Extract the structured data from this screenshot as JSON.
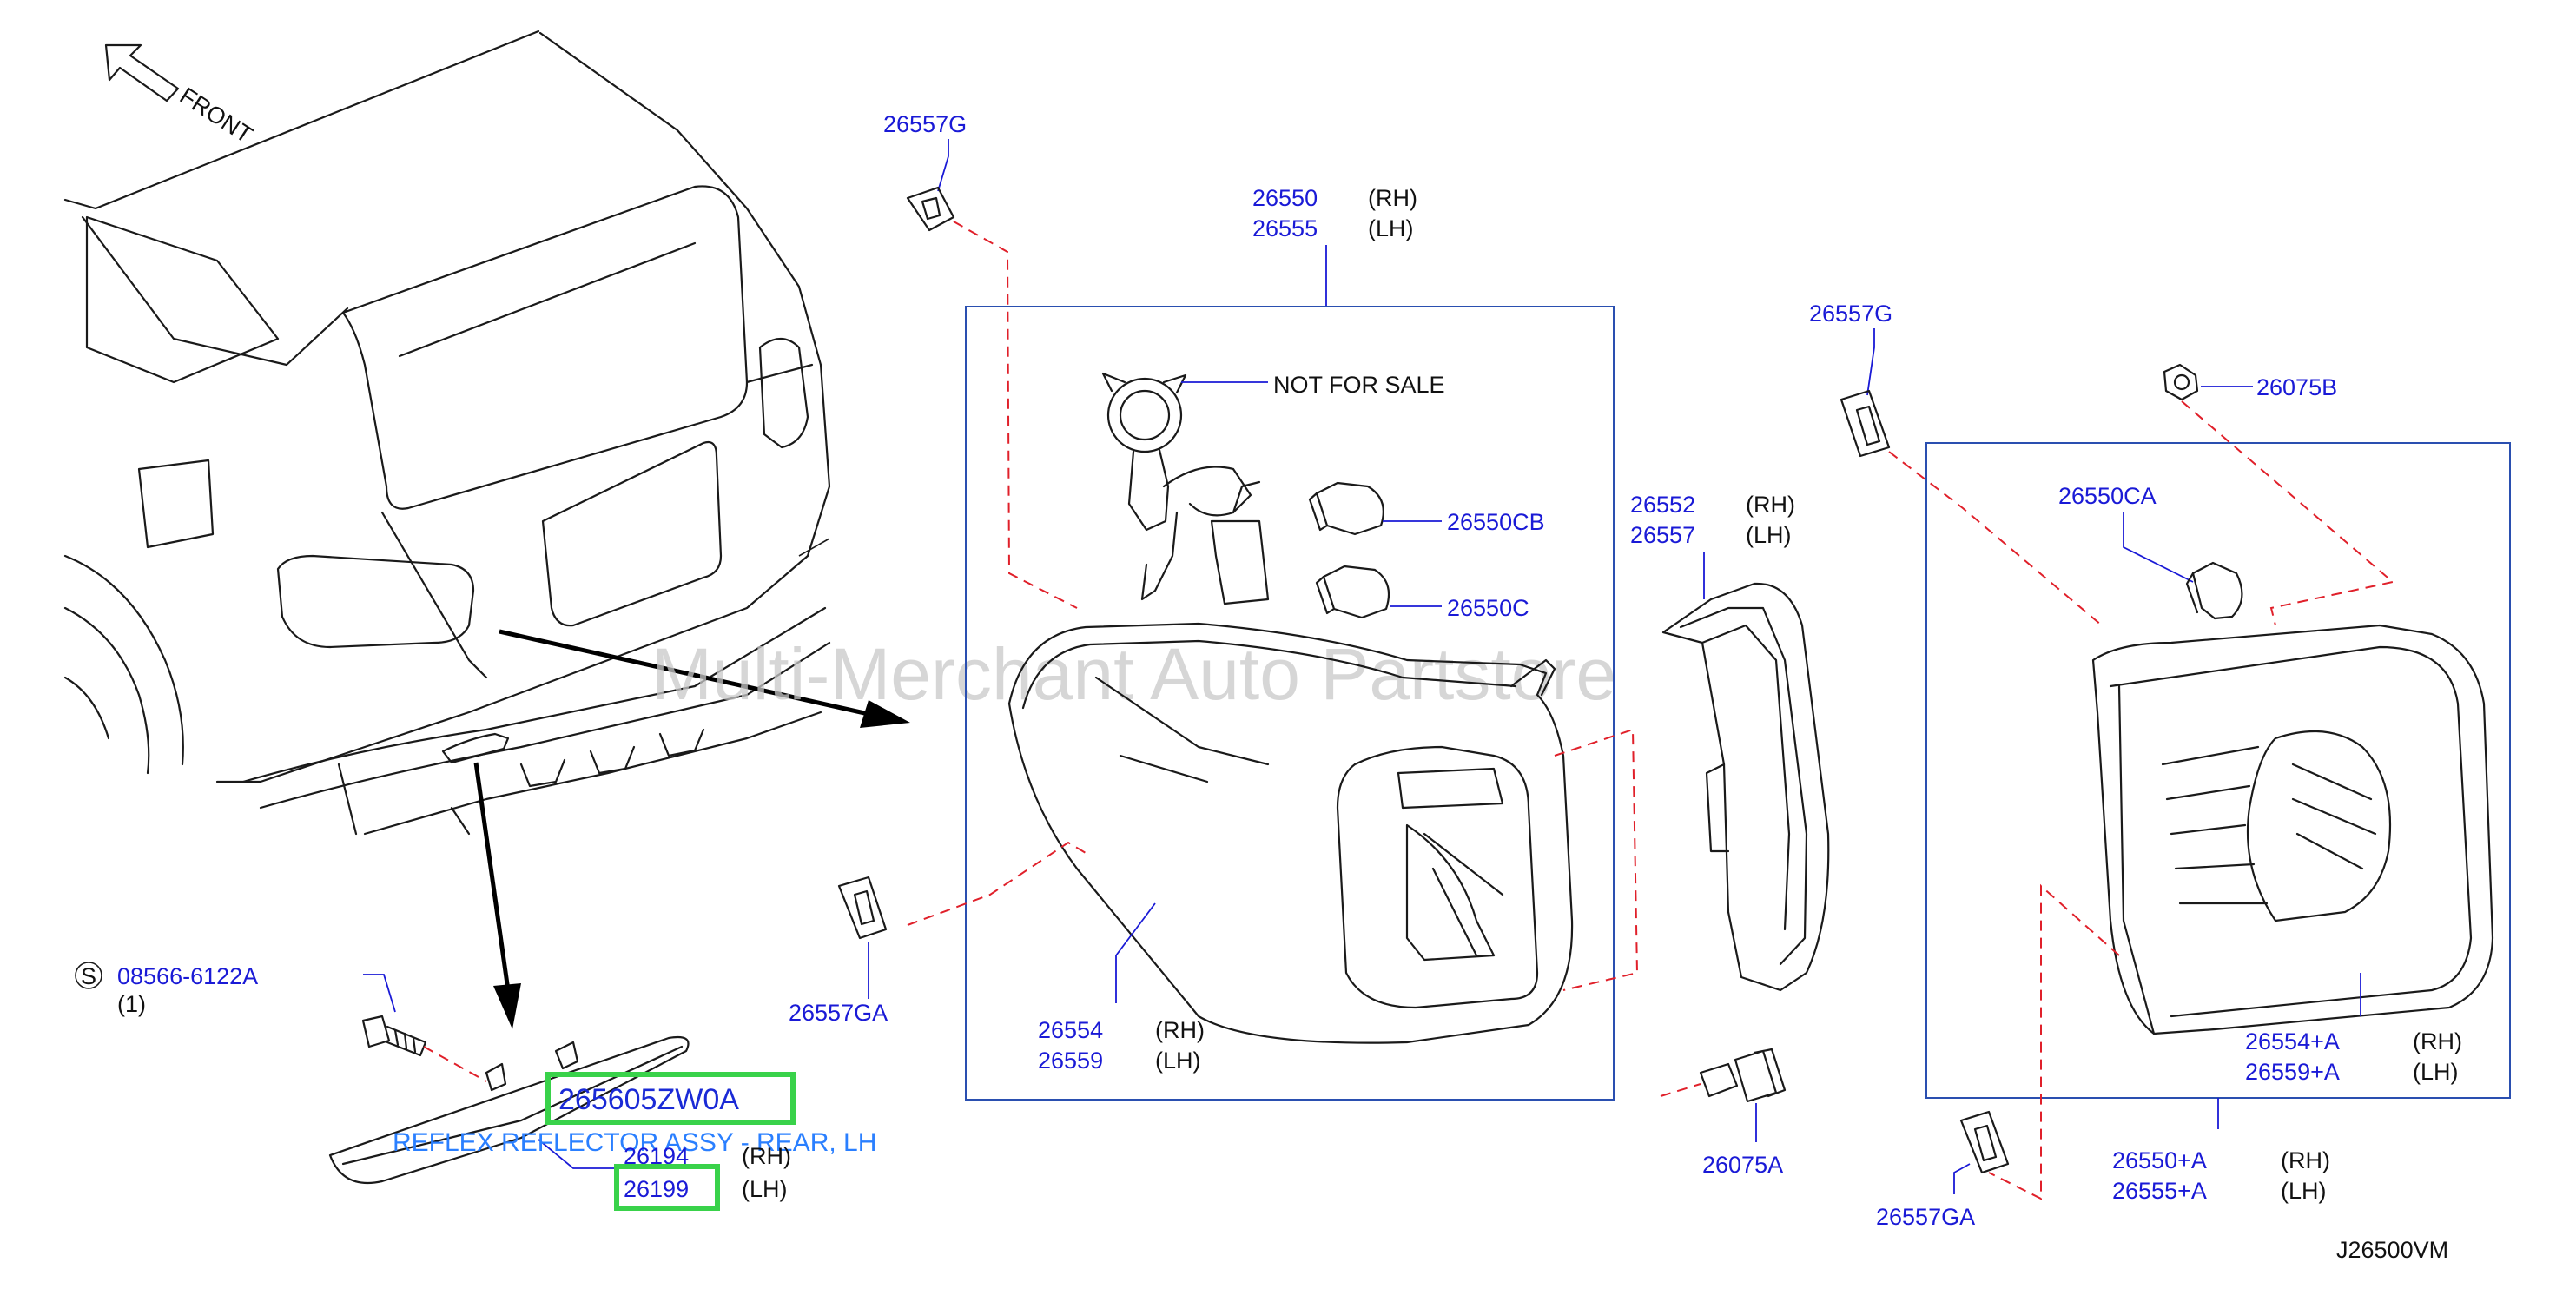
{
  "front_label": "FRONT",
  "watermark": "Multi-Merchant Auto Partstore",
  "diagram_code": "J26500VM",
  "highlight": {
    "part_number": "265605ZW0A",
    "description": "REFLEX REFLECTOR ASSY - REAR, LH"
  },
  "bolt": {
    "symbol": "S",
    "part": "08566-6122A",
    "qty": "(1)"
  },
  "parts": {
    "p26557g_top": "26557G",
    "p26550": "26550",
    "p26555": "26555",
    "rh": "(RH)",
    "lh": "(LH)",
    "not_for_sale": "NOT   FOR   SALE",
    "p26550cb": "26550CB",
    "p26550c": "26550C",
    "p26554": "26554",
    "p26559": "26559",
    "p26557ga_left": "26557GA",
    "p26552": "26552",
    "p26557": "26557",
    "p26075a": "26075A",
    "p26557g_right": "26557G",
    "p26075b": "26075B",
    "p26550ca": "26550CA",
    "p26554a": "26554+A",
    "p26559a": "26559+A",
    "p26550a": "26550+A",
    "p26555a": "26555+A",
    "p26557ga_right": "26557GA",
    "p26194": "26194",
    "p26199": "26199"
  }
}
